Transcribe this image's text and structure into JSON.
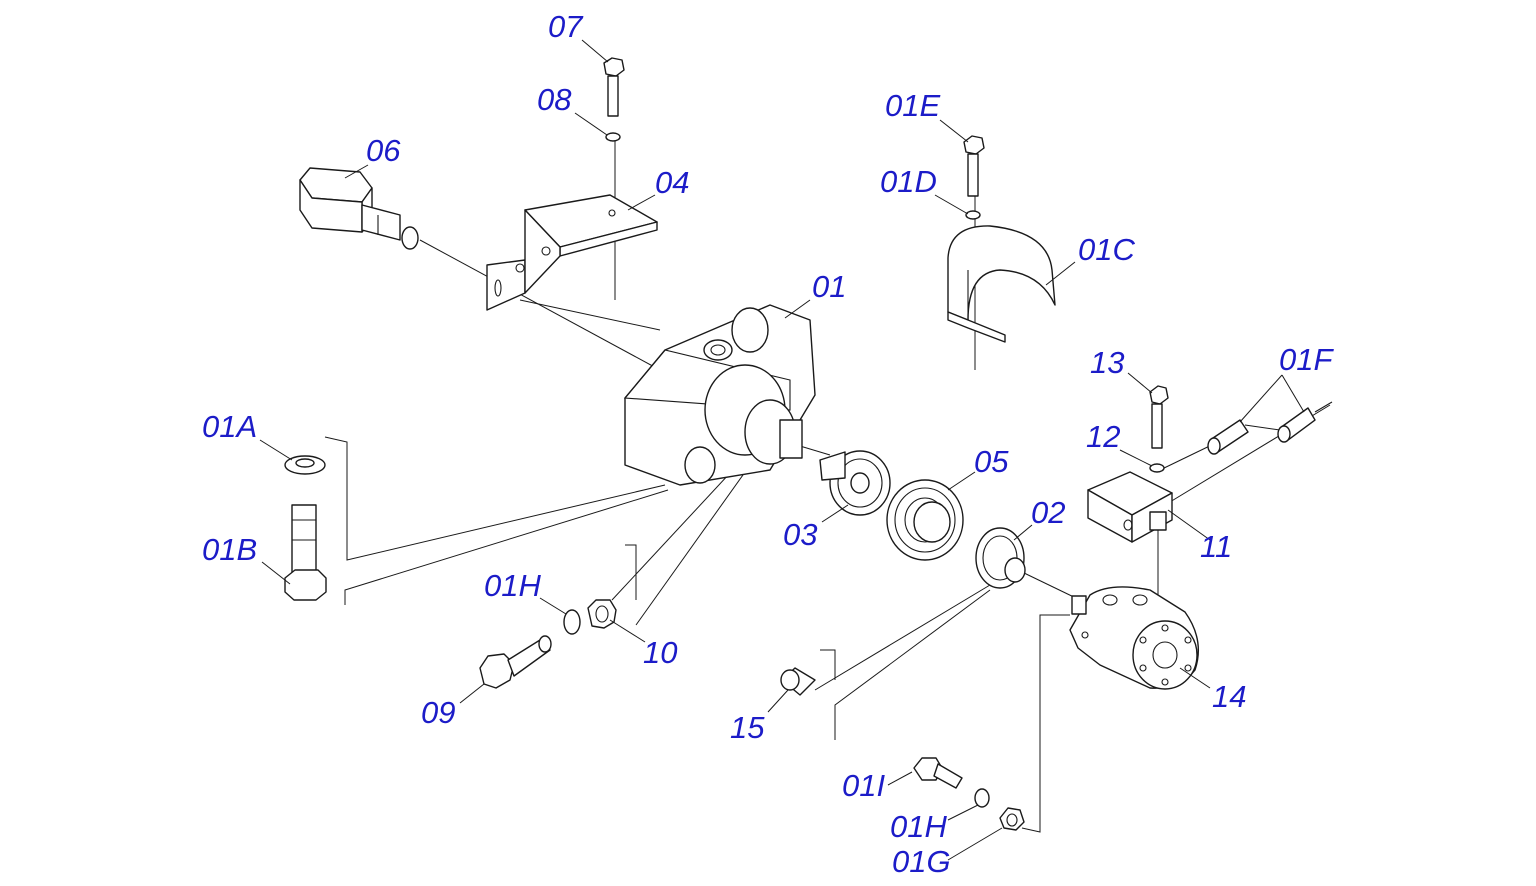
{
  "callouts": {
    "c07": "07",
    "c08": "08",
    "c06": "06",
    "c04": "04",
    "c01": "01",
    "c01E": "01E",
    "c01D": "01D",
    "c01C": "01C",
    "c01A": "01A",
    "c01B": "01B",
    "c13": "13",
    "c01F": "01F",
    "c12": "12",
    "c11": "11",
    "c05": "05",
    "c02": "02",
    "c03": "03",
    "c01H_top": "01H",
    "c10": "10",
    "c09": "09",
    "c15": "15",
    "c14": "14",
    "c01I": "01I",
    "c01H_bottom": "01H",
    "c01G": "01G"
  },
  "colors": {
    "callout_text": "#1c1cc8",
    "line_art": "#1a1a1a",
    "background": "#ffffff"
  }
}
